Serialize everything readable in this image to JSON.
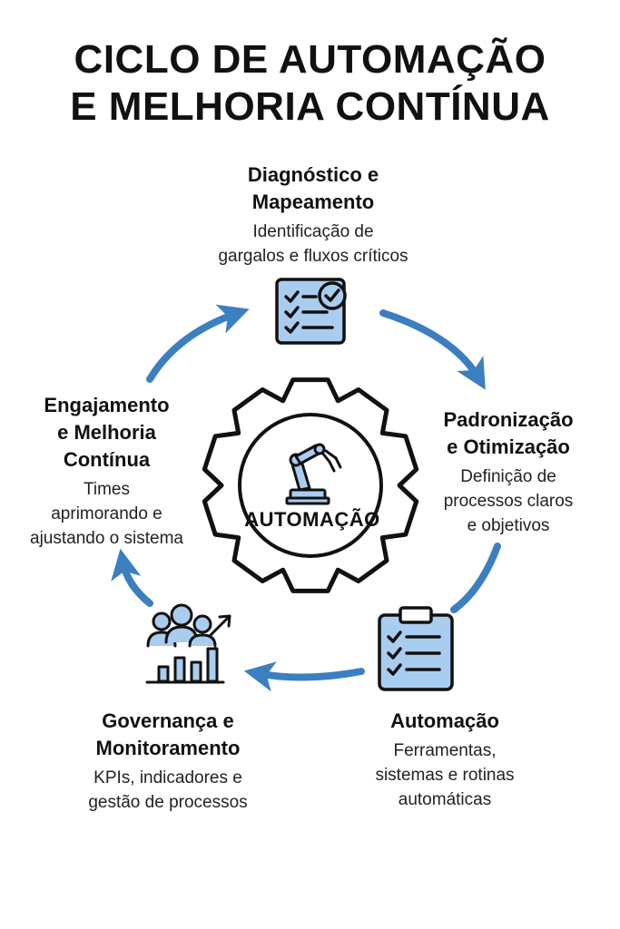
{
  "title": {
    "line1": "CICLO DE AUTOMAÇÃO",
    "line2": "E MELHORIA CONTÍNUA"
  },
  "center": {
    "label": "AUTOMAÇÃO",
    "icon": "robot-arm-icon"
  },
  "stages": {
    "diagnostico": {
      "title_lines": [
        "Diagnóstico e",
        "Mapeamento"
      ],
      "desc_lines": [
        "Identificação de",
        "gargalos e fluxos críticos"
      ],
      "icon": "checklist-check-icon"
    },
    "padronizacao": {
      "title_lines": [
        "Padronização",
        "e Otimização"
      ],
      "desc_lines": [
        "Definição de",
        "processos claros",
        "e objetivos"
      ],
      "icon": "none"
    },
    "automacao": {
      "title_lines": [
        "Automação"
      ],
      "desc_lines": [
        "Ferramentas,",
        "sistemas e rotinas",
        "automáticas"
      ],
      "icon": "clipboard-checklist-icon"
    },
    "governanca": {
      "title_lines": [
        "Governança e",
        "Monitoramento"
      ],
      "desc_lines": [
        "KPIs, indicadores e",
        "gestão de processos"
      ],
      "icon": "team-chart-icon"
    },
    "engajamento": {
      "title_lines": [
        "Engajamento",
        "e Melhoria",
        "Contínua"
      ],
      "desc_lines": [
        "Times",
        "aprimorando e",
        "ajustando o sistema"
      ],
      "icon": "none"
    }
  },
  "colors": {
    "arrow": "#3c7fc1",
    "icon_fill": "#a9cdef",
    "icon_stroke": "#111111",
    "text": "#111111"
  }
}
